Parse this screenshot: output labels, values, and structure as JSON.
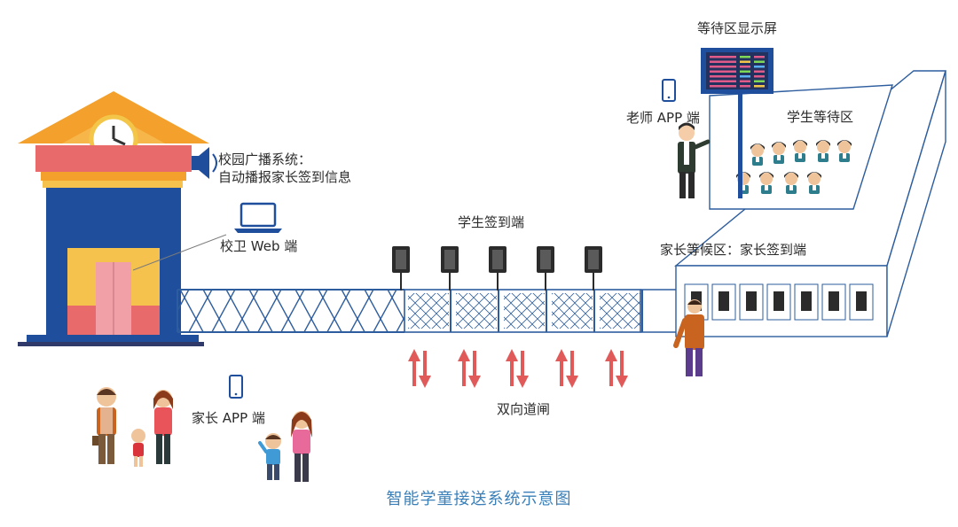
{
  "labels": {
    "broadcast_line1": "校园广播系统：",
    "broadcast_line2": "自动播报家长签到信息",
    "guard_web": "校卫 Web 端",
    "student_checkin": "学生签到端",
    "waiting_screen": "等待区显示屏",
    "teacher_app": "老师 APP 端",
    "student_waiting_area": "学生等待区",
    "parent_area": "家长等候区：家长签到端",
    "parent_app": "家长 APP 端",
    "two_way_gate": "双向道闸"
  },
  "title": "智能学童接送系统示意图",
  "colors": {
    "roof": "#f3a12c",
    "building_blue": "#1f4f9c",
    "building_red": "#e86a6a",
    "door": "#f2a0a8",
    "fence": "#2d5d9e",
    "arrow": "#e05a5a",
    "outline": "#2d5d9e",
    "title_text": "#3a7fb8"
  }
}
